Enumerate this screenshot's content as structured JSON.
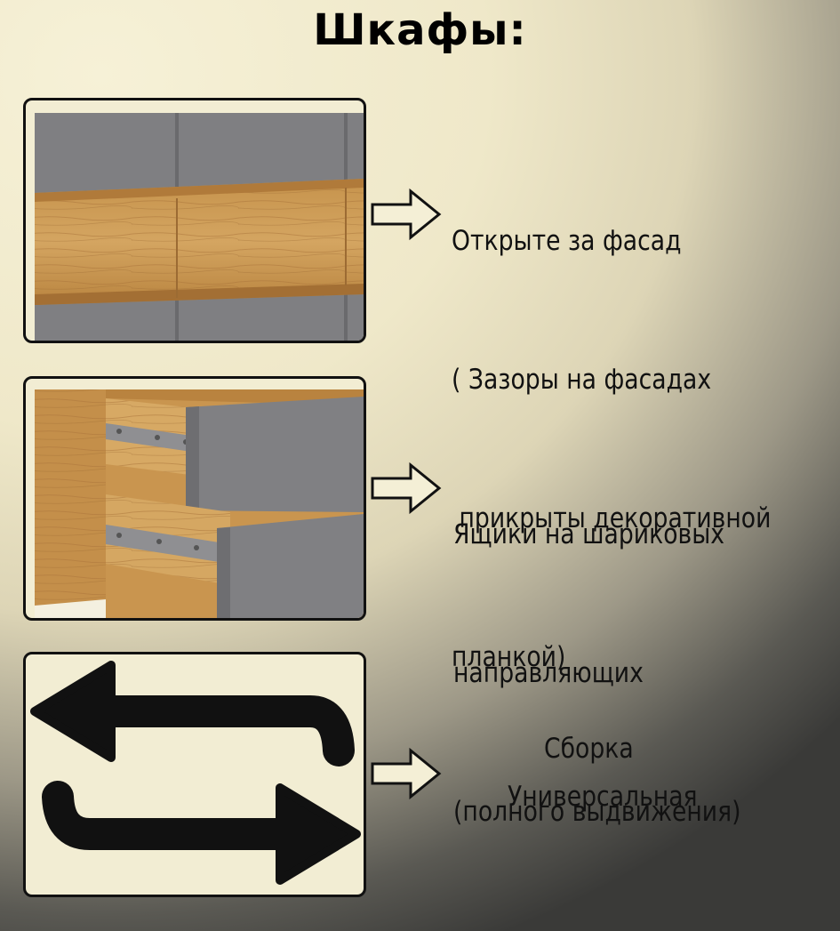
{
  "title": "Шкафы:",
  "features": [
    {
      "image_icon": "wood-plank-facade-illustration",
      "lines": [
        "Открыте за фасад",
        "( Зазоры на фасадах",
        " прикрыты декоративной",
        "планкой)"
      ]
    },
    {
      "image_icon": "ball-bearing-drawer-illustration",
      "lines": [
        "Ящики на шариковых",
        "направляющих",
        "(полного выдвижения)"
      ]
    },
    {
      "image_icon": "reversible-assembly-arrows-icon",
      "lines": [
        "Сборка",
        "Универсальная"
      ]
    }
  ],
  "arrow_icon": "outline-right-arrow-icon"
}
